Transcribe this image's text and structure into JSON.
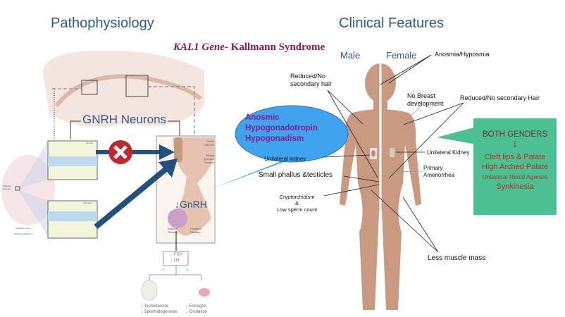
{
  "titles": {
    "left": "Pathophysiology",
    "right": "Clinical Features"
  },
  "subtitle": {
    "gene": "KAL1 Gene",
    "rest": "- Kallmann Syndrome"
  },
  "pathophysiology": {
    "gnrh_neurons": "GNRH Neurons",
    "normal_label": "Normal",
    "kallmann_label": "Kallmann",
    "olfactory_placode": "Olfactory placode",
    "cribriform_plate": "Cribriform plate",
    "olfactory_epithelium": "Olfactory epithelium",
    "gnrh_neurons_small": "GnRH neurons",
    "medial_preoptic": "Medial preoptic nucleus",
    "gnrh_down": "↓GnRH",
    "anterior_pituitary": "Anterior Pituitary",
    "posterior_pituitary": "Posterior Pituitary",
    "fsh": "↓ FSH",
    "lh": "↓ LH",
    "male_symbol": "♂",
    "female_symbol": "♀",
    "male_effects": [
      "↓ Testosterone",
      "↓ Spermatogenesis"
    ],
    "female_effects": [
      "↓ Estrogen",
      "↓ Ovulation"
    ]
  },
  "ellipse": {
    "lines": [
      "Anosmic",
      "Hypogonadotropin",
      "Hypogonadism"
    ]
  },
  "clinical": {
    "male": "Male",
    "female": "Female",
    "anosmia": "Anosmia/Hyposmia",
    "reduced_hair_male": [
      "Reduced/No",
      "secondary hair"
    ],
    "no_breast": [
      "No Breast",
      "development"
    ],
    "reduced_hair_female": "Reduced/No secondary Hair",
    "kidney_male": "Unilateral kidney",
    "kidney_female": "Unilateral Kidney",
    "phallus": "Small phallus &testicles",
    "amenorrhea": [
      "Primary",
      "Amenorrhea"
    ],
    "crypt": [
      "Cryptorchidism",
      "&",
      "Low sperm count"
    ],
    "muscle": "Less muscle mass"
  },
  "both_genders": {
    "title": "BOTH GENDERS",
    "arrow": "↓",
    "items": [
      "Cleft lips & Palate",
      "High Arched Palate",
      "Unilateral Renal Agensis",
      "Synkinesia"
    ]
  },
  "colors": {
    "title": "#2d5b8c",
    "gene": "#8b1a4a",
    "ellipse": "#3fa3ef",
    "ellipse_text": "#8b1a8b",
    "green_box": "#4cc093",
    "green_text": "#b03028",
    "arrow": "#23507f",
    "skin": "#c99a80"
  }
}
